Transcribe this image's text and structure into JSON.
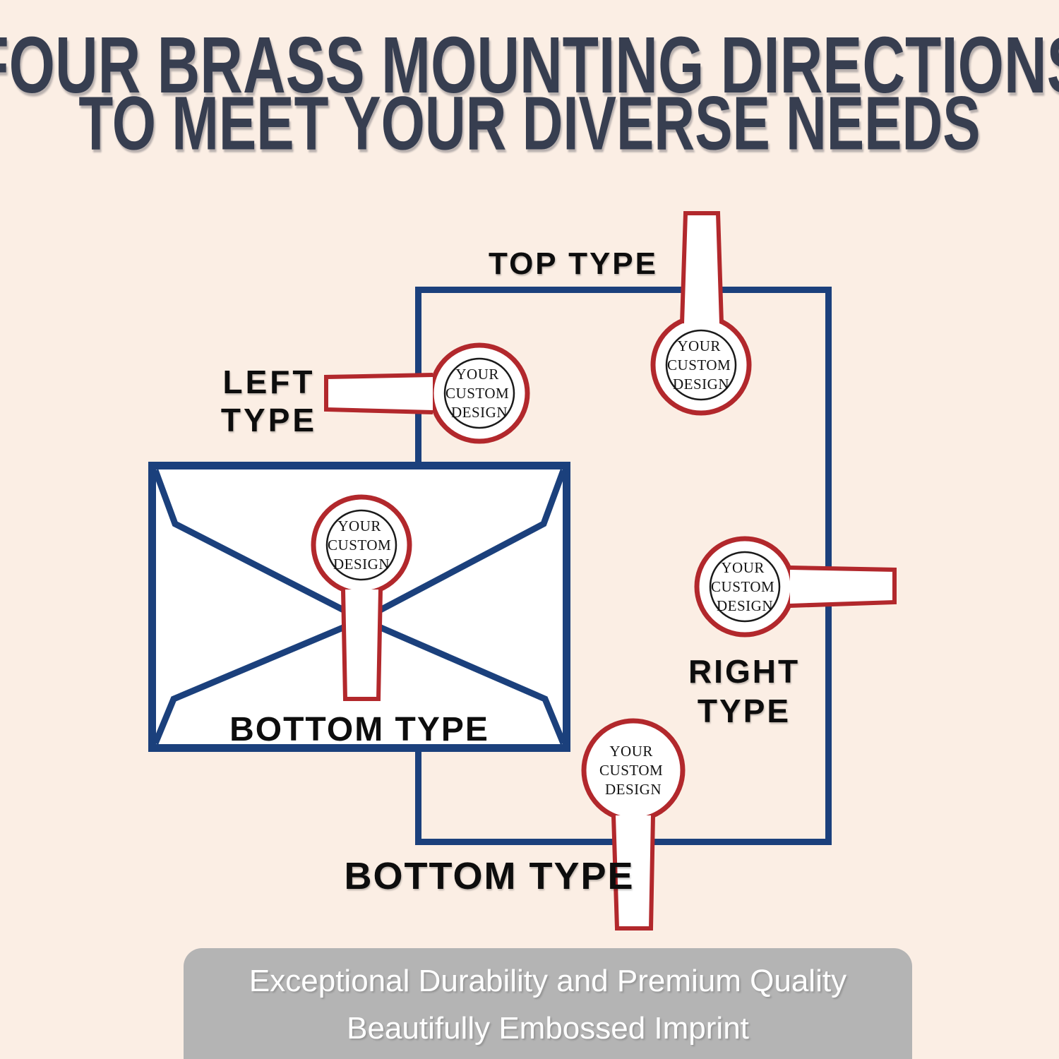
{
  "title": {
    "line1": "FOUR BRASS MOUNTING DIRECTIONS",
    "line2": "TO MEET YOUR DIVERSE NEEDS"
  },
  "labels": {
    "top": "TOP TYPE",
    "left_line1": "LEFT",
    "left_line2": "TYPE",
    "right_line1": "RIGHT",
    "right_line2": "TYPE",
    "bottom_envelope": "BOTTOM TYPE",
    "bottom": "BOTTOM TYPE"
  },
  "seal": {
    "line1": "YOUR",
    "line2": "CUSTOM",
    "line3": "DESIGN"
  },
  "banner": {
    "line1": "Exceptional Durability and Premium Quality",
    "line2": "Beautifully Embossed Imprint"
  },
  "colors": {
    "background": "#fbeee4",
    "navy": "#1b407c",
    "red": "#b2282c",
    "title": "#373e50",
    "label": "#0d0d0d",
    "banner_bg": "#b4b4b4",
    "banner_text": "#ffffff"
  }
}
